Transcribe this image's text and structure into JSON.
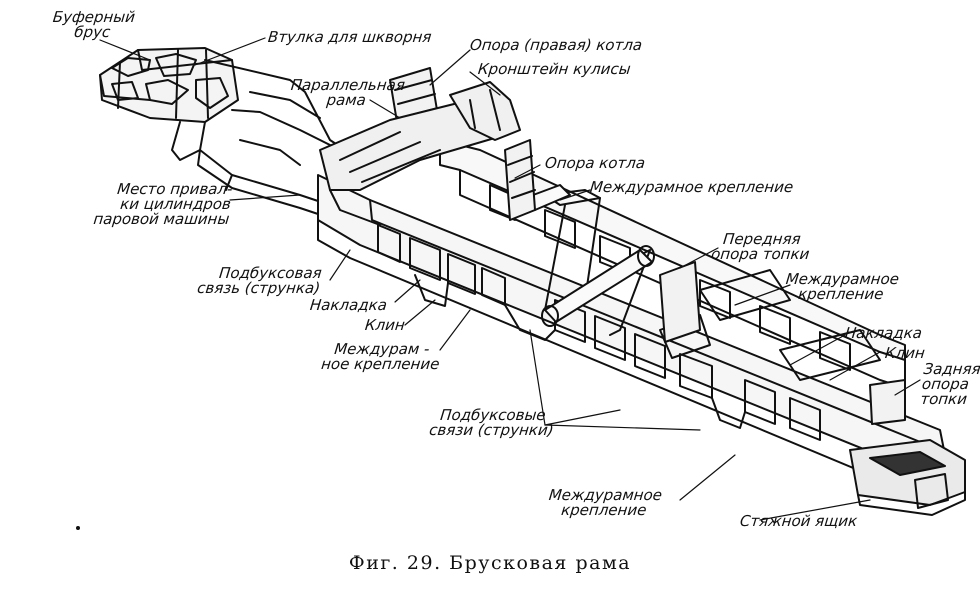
{
  "caption": "Фиг. 29. Брусковая рама",
  "labels": {
    "bufer_brus": [
      "Буферный",
      "брус"
    ],
    "vtulka": "Втулка для шкворня",
    "opora_pravaya": "Опора (правая) котла",
    "kronshtein": "Кронштейн кулисы",
    "parallelnaya": [
      "Параллельная",
      "рама"
    ],
    "opora_kotla": "Опора котла",
    "mezhduramnoe_1": "Междурамное крепление",
    "mesto_privalki": [
      "Место привал-",
      "ки цилиндров",
      "паровой машины"
    ],
    "perednyaya_opora": [
      "Передняя",
      "опора топки"
    ],
    "mezhduramnoe_2": [
      "Междурамное",
      "крепление"
    ],
    "podbuksovaya": [
      "Подбуксовая",
      "связь (струнка)"
    ],
    "nakladka_left": "Накладка",
    "klin_left": "Клин",
    "mezhduramnoe_3": [
      "Междурам -",
      "ное крепление"
    ],
    "nakladka_right": "Накладка",
    "klin_right": "Клин",
    "zadnyaya_opora": [
      "Задняя",
      "опора",
      "топки"
    ],
    "podbuksovye": [
      "Подбуксовые",
      "связи (струнки)"
    ],
    "mezhduramnoe_4": [
      "Междурамное",
      "крепление"
    ],
    "styazhnoy": "Стяжной ящик"
  }
}
